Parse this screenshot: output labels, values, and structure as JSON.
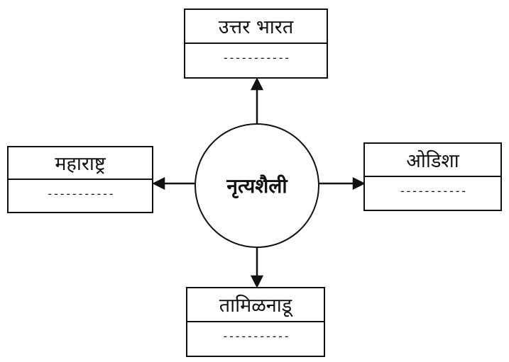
{
  "center": {
    "label": "नृत्यशैली"
  },
  "boxes": {
    "top": {
      "title": "उत्तर भारत",
      "blank": "-----------"
    },
    "left": {
      "title": "महाराष्ट्र",
      "blank": "-----------"
    },
    "right": {
      "title": "ओडिशा",
      "blank": "-----------"
    },
    "bottom": {
      "title": "तामिळनाडू",
      "blank": "-----------"
    }
  }
}
